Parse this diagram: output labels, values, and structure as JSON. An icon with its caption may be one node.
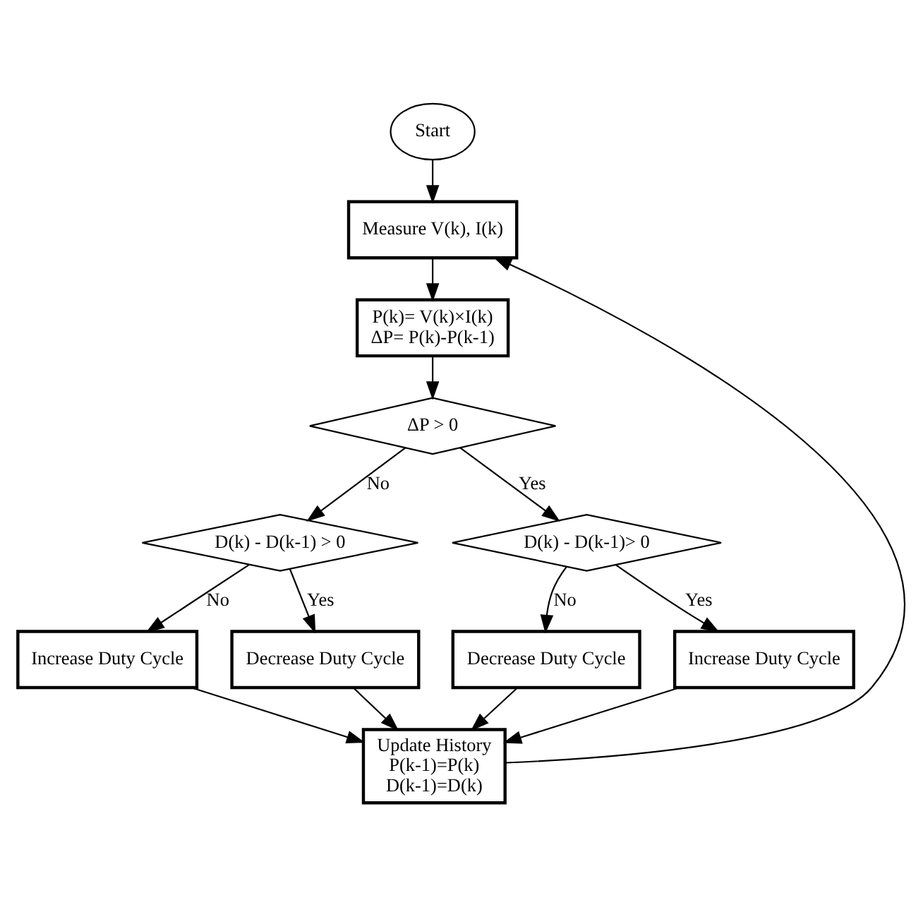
{
  "diagram": {
    "nodes": [
      {
        "text": [
          "Start"
        ]
      },
      {
        "text": [
          "Measure V(k), I(k)"
        ]
      },
      {
        "text": [
          "P(k)= V(k)×I(k)",
          "ΔP= P(k)-P(k-1)"
        ]
      },
      {
        "text": [
          "ΔP > 0"
        ]
      },
      {
        "text": [
          "D(k) - D(k-1) > 0"
        ]
      },
      {
        "text": [
          "D(k) - D(k-1)> 0"
        ]
      },
      {
        "text": [
          "Increase Duty Cycle"
        ]
      },
      {
        "text": [
          "Decrease Duty Cycle"
        ]
      },
      {
        "text": [
          "Decrease Duty Cycle"
        ]
      },
      {
        "text": [
          "Increase Duty Cycle"
        ]
      },
      {
        "text": [
          "Update History",
          "P(k-1)=P(k)",
          "D(k-1)=D(k)"
        ]
      }
    ],
    "edges": [
      {
        "from": 0,
        "to": 1,
        "arrow": "to"
      },
      {
        "from": 1,
        "to": 2,
        "arrow": "to"
      },
      {
        "from": 2,
        "to": 3,
        "arrow": "to"
      },
      {
        "from": 3,
        "to": 4,
        "arrow": "to",
        "label": "No"
      },
      {
        "from": 3,
        "to": 5,
        "arrow": "to",
        "label": "Yes"
      },
      {
        "from": 4,
        "to": 6,
        "arrow": "to",
        "label": "No"
      },
      {
        "from": 4,
        "to": 7,
        "arrow": "to",
        "label": "Yes"
      },
      {
        "from": 5,
        "to": 8,
        "arrow": "to",
        "label": "No"
      },
      {
        "from": 5,
        "to": 9,
        "arrow": "to",
        "label": "Yes"
      },
      {
        "from": 6,
        "to": 10,
        "arrow": "to"
      },
      {
        "from": 7,
        "to": 10,
        "arrow": "to"
      },
      {
        "from": 8,
        "to": 10,
        "arrow": "to"
      },
      {
        "from": 9,
        "to": 10,
        "arrow": "to"
      },
      {
        "from": 10,
        "to": 1,
        "arrow": "to"
      }
    ]
  }
}
